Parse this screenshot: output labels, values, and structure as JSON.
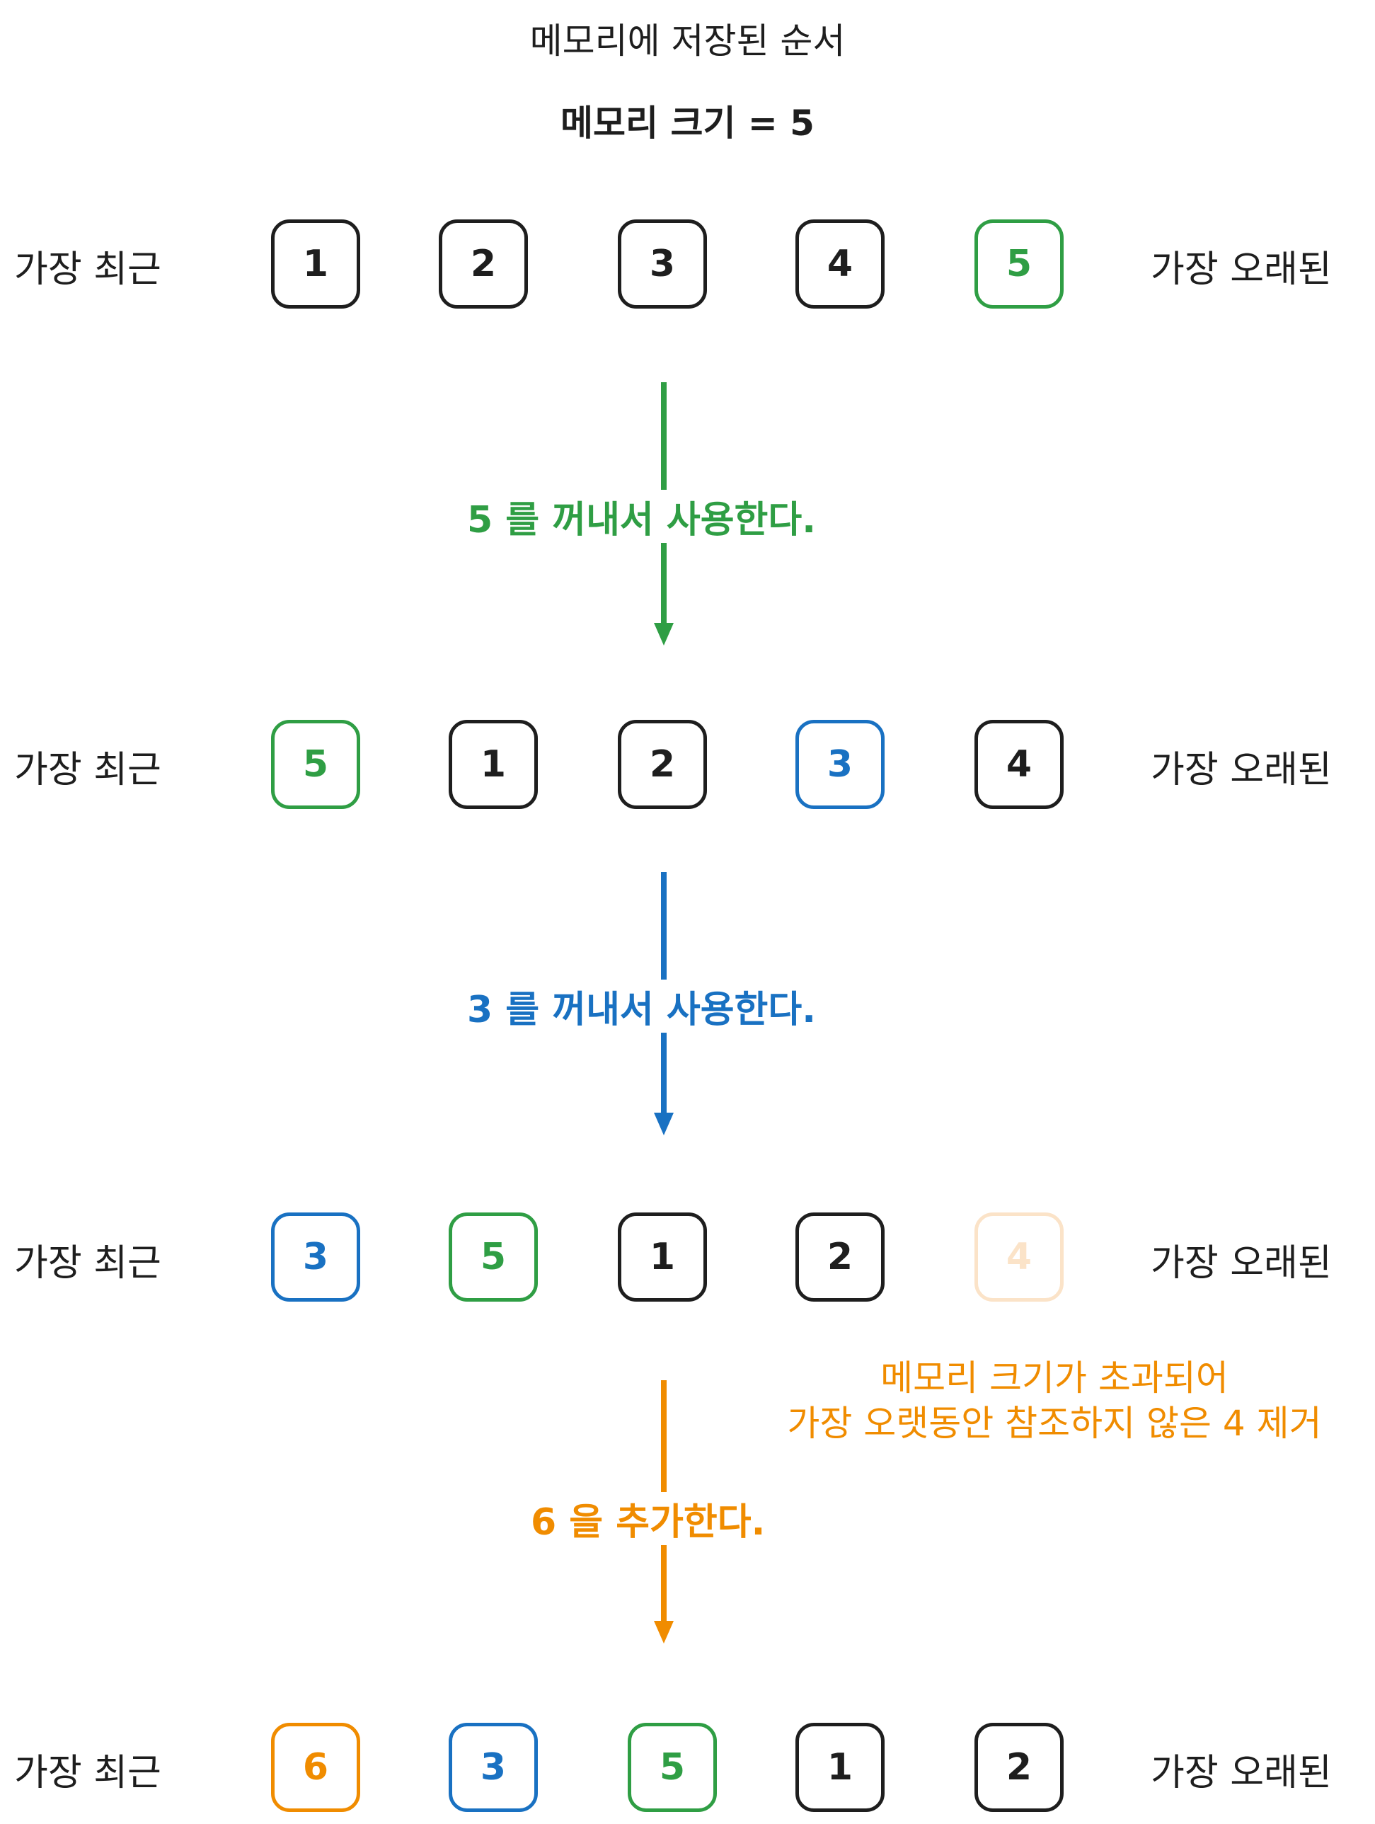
{
  "title_line1": "메모리에 저장된 순서",
  "title_line2": "메모리 크기 = 5",
  "side_left": "가장 최근",
  "side_right": "가장 오래된",
  "colors": {
    "black": "#1e1e1e",
    "green": "#2f9e44",
    "blue": "#1971c2",
    "orange": "#f08c00",
    "faded": "#fbe3c8"
  },
  "rows": [
    {
      "items": [
        {
          "value": "1",
          "color": "black"
        },
        {
          "value": "2",
          "color": "black"
        },
        {
          "value": "3",
          "color": "black"
        },
        {
          "value": "4",
          "color": "black"
        },
        {
          "value": "5",
          "color": "green"
        }
      ]
    },
    {
      "items": [
        {
          "value": "5",
          "color": "green"
        },
        {
          "value": "1",
          "color": "black"
        },
        {
          "value": "2",
          "color": "black"
        },
        {
          "value": "3",
          "color": "blue"
        },
        {
          "value": "4",
          "color": "black"
        }
      ]
    },
    {
      "items": [
        {
          "value": "3",
          "color": "blue"
        },
        {
          "value": "5",
          "color": "green"
        },
        {
          "value": "1",
          "color": "black"
        },
        {
          "value": "2",
          "color": "black"
        },
        {
          "value": "4",
          "color": "faded"
        }
      ]
    },
    {
      "items": [
        {
          "value": "6",
          "color": "orange"
        },
        {
          "value": "3",
          "color": "blue"
        },
        {
          "value": "5",
          "color": "green"
        },
        {
          "value": "1",
          "color": "black"
        },
        {
          "value": "2",
          "color": "black"
        }
      ]
    }
  ],
  "steps": [
    {
      "label": "5 를 꺼내서 사용한다.",
      "color": "green"
    },
    {
      "label": "3 를 꺼내서 사용한다.",
      "color": "blue"
    },
    {
      "label": "6 을 추가한다.",
      "color": "orange"
    }
  ],
  "eviction_note": {
    "line1": "메모리 크기가 초과되어",
    "line2": "가장 오랫동안 참조하지 않은 4 제거",
    "color": "orange"
  }
}
